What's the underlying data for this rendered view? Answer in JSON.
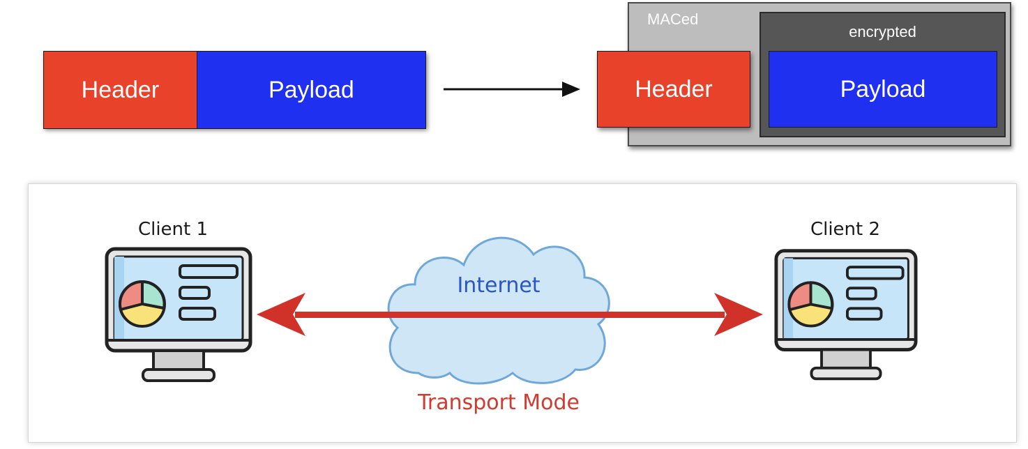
{
  "original_packet": {
    "header_label": "Header",
    "payload_label": "Payload"
  },
  "protected_packet": {
    "maced_label": "MACed",
    "encrypted_label": "encrypted",
    "header_label": "Header",
    "payload_label": "Payload"
  },
  "network": {
    "client1_label": "Client 1",
    "client2_label": "Client 2",
    "cloud_label": "Internet",
    "mode_label": "Transport Mode"
  },
  "colors": {
    "header": "#e8432a",
    "payload": "#1f30f0",
    "maced": "#bdbdbd",
    "encrypted": "#565656",
    "arrow": "#d0322a",
    "cloud_fill": "#cfe6f7",
    "cloud_stroke": "#6fa8d8",
    "internet_text": "#2a55c8",
    "mode_text": "#d33a2e"
  },
  "icons": {
    "client_icon": "monitor-icon",
    "cloud_icon": "cloud-icon",
    "arrow_icon": "double-arrow-icon"
  }
}
